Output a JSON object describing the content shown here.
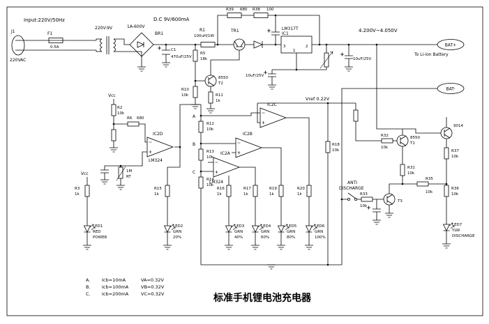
{
  "title": "标准手机锂电池充电器",
  "colors": {
    "ink": "#000000",
    "paper": "#ffffff"
  },
  "power": {
    "input": "Input:220V/50Hz",
    "j1": "J1",
    "ac": "220VAC",
    "f1": "F1",
    "f1_value": "0.5A",
    "transformer": "220V:9V",
    "bridge_value": "1A-600V",
    "bridge": "BR1",
    "dc": "D.C 9V/600mA"
  },
  "regulator": {
    "c1": "C1",
    "c1_value": "470uF/25V",
    "r1": "R1",
    "r1_value": "100uH/1W",
    "tr1": "TR1",
    "r39": "R39",
    "r39_value": "680",
    "r38": "R38",
    "r38_value": "100",
    "ic1_part": "LM317T",
    "ic1": "IC1",
    "pin_in": "3",
    "pin_out": "2",
    "pin_adj": "1",
    "c4_value": "10uF/25V",
    "c5_value": "10uF/25V",
    "vout": "4.200V~4.050V"
  },
  "battery": {
    "bat_plus": "BAT+",
    "bat_minus": "BAT-",
    "to_battery": "To Li-ion Battery"
  },
  "vref": "Vref  0.22V",
  "driver": {
    "r5": "R5",
    "r5_value": "18k",
    "t2_part": "8550",
    "t2": "T2",
    "r10": "R10",
    "r10_value": "10k",
    "r11": "R11",
    "r11_value": "1k"
  },
  "comparators": {
    "ic2a": "IC2A",
    "ic2b": "IC2B",
    "ic2c": "IC2C",
    "ic2d": "IC2D",
    "part": "LM324",
    "node_a": "A",
    "node_b": "B",
    "node_c": "C",
    "r12": "R12",
    "r12_value": "10k",
    "r13": "R13",
    "r13_value": "10k",
    "r14": "R14",
    "r14_value": "10k",
    "r18": "R18",
    "r18_value": "10k"
  },
  "left": {
    "vcc": "Vcc",
    "r2": "R2",
    "r2_value": "10k",
    "r6": "R6",
    "r6_value": "680",
    "rt_value": "1M",
    "rt": "RT",
    "r3": "R3",
    "r3_value": "1k"
  },
  "led_resistors": {
    "r15": "R15",
    "r15_value": "1k",
    "r16": "R16",
    "r16_value": "1k",
    "r17": "R17",
    "r17_value": "1k",
    "r19": "R19",
    "r19_value": "1k",
    "r20": "R20",
    "r20_value": "1k"
  },
  "discharge": {
    "anti": "ANTI",
    "label": "DISCHARGE",
    "t1_part": "8550",
    "t1": "T1",
    "t3": "T3",
    "t4_part": "9014",
    "r31": "R31",
    "r31_value": "10k",
    "r32": "R32",
    "r32_value": "10k",
    "r33": "R33",
    "r33_value": "10k",
    "r35": "R35",
    "r35_value": "10k",
    "r36": "R36",
    "r36_value": "10k",
    "r37": "R37",
    "r37_value": "10k"
  },
  "leds": [
    {
      "name": "LED1",
      "color": "RED",
      "value": "POWER"
    },
    {
      "name": "LED2",
      "color": "GRN",
      "value": "20%"
    },
    {
      "name": "LED3",
      "color": "GRN",
      "value": "40%"
    },
    {
      "name": "LED4",
      "color": "GRN",
      "value": "60%"
    },
    {
      "name": "LED5",
      "color": "GRN",
      "value": "80%"
    },
    {
      "name": "LED6",
      "color": "GRN",
      "value": "100%"
    },
    {
      "name": "LED7",
      "color": "YLW",
      "value": "DISCHARGE"
    }
  ],
  "notes": [
    {
      "id": "A.",
      "current": "Icb=10mA",
      "voltage": "VA=0.32V"
    },
    {
      "id": "B.",
      "current": "Icb=100mA",
      "voltage": "VB=0.32V"
    },
    {
      "id": "C.",
      "current": "Icb=200mA",
      "voltage": "VC=0.32V"
    }
  ]
}
